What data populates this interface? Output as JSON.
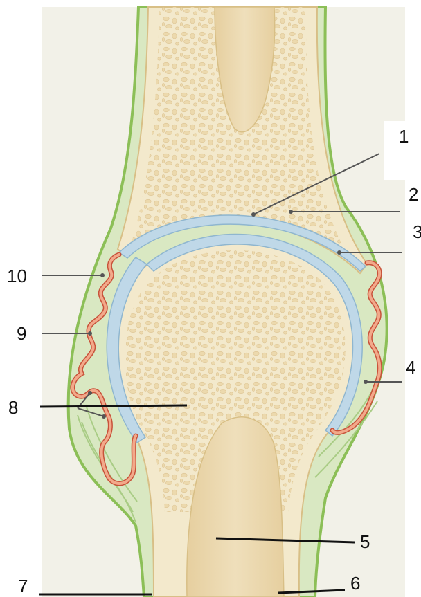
{
  "labels": [
    "1",
    "2",
    "3",
    "4",
    "5",
    "6",
    "7",
    "8",
    "9",
    "10"
  ],
  "colors": {
    "background_panel": "#f2f1e8",
    "soft_tissue": "#d9e8c2",
    "periosteum": "#8cbf57",
    "bone": "#f3e9cc",
    "bone_outline": "#d8bf86",
    "spongy_bone": "#eddbb0",
    "marrow_cavity": "#e8d2a6",
    "cartilage": "#bfd8e8",
    "cartilage_edge": "#8fb6cf",
    "synovial_membrane": "#f2a98a",
    "synovial_edge": "#c8523a",
    "leader_line": "#555555",
    "label_text": "#111111"
  }
}
